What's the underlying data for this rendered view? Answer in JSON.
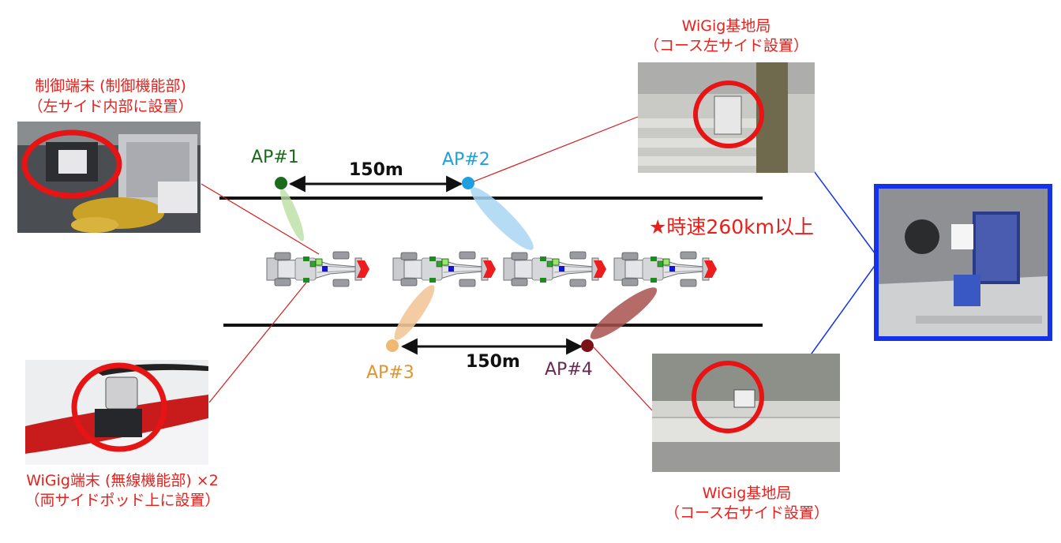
{
  "labels": {
    "control_terminal_line1": "制御端末 (制御機能部)",
    "control_terminal_line2": "（左サイド内部に設置）",
    "wigig_terminal_line1": "WiGig端末 (無線機能部) ×2",
    "wigig_terminal_line2": "（両サイドポッド上に設置）",
    "base_left_line1": "WiGig基地局",
    "base_left_line2": "（コース左サイド設置）",
    "base_right_line1": "WiGig基地局",
    "base_right_line2": "（コース右サイド設置）"
  },
  "access_points": [
    {
      "label": "AP#1",
      "color": "#1a6b1a"
    },
    {
      "label": "AP#2",
      "color": "#1ea0e0"
    },
    {
      "label": "AP#3",
      "color": "#e0962e"
    },
    {
      "label": "AP#4",
      "color": "#6b2a52"
    }
  ],
  "distances": {
    "top": "150m",
    "bottom": "150m"
  },
  "speed": "★時速260km以上",
  "colors": {
    "label_red": "#e8201c",
    "callout_blue": "#1432e8",
    "callout_red": "#d41c1c"
  }
}
